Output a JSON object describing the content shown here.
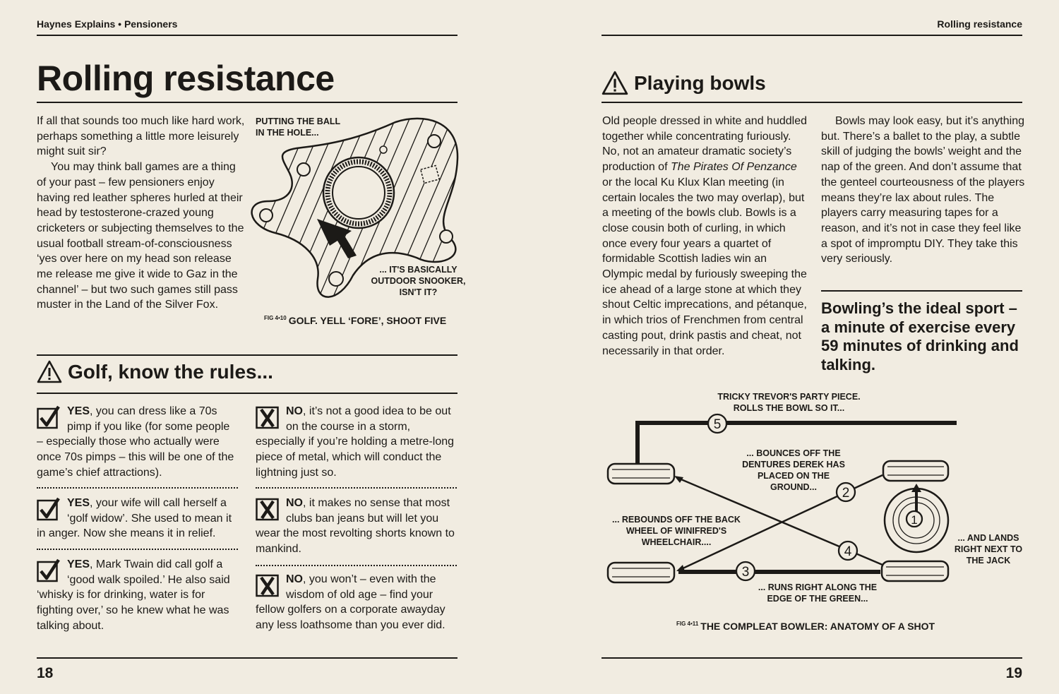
{
  "header": {
    "left": "Haynes Explains • Pensioners",
    "right": "Rolling resistance"
  },
  "left_page": {
    "title": "Rolling resistance",
    "intro": [
      "If all that sounds too much like hard work, perhaps something a little more leisurely might suit sir?",
      "You may think ball games are a thing of your past – few pensioners enjoy having red leather spheres hurled at their head by testosterone-crazed young cricketers or subjecting themselves to the usual football stream-of-consciousness ‘yes over here on my head son release me release me give it wide to Gaz in the channel’ – but two such games still pass muster in the Land of the Silver Fox."
    ],
    "figure1": {
      "callout_top": "PUTTING THE BALL IN THE HOLE...",
      "callout_bottom": "... IT'S BASICALLY OUTDOOR SNOOKER, ISN'T IT?",
      "fig_num": "FIG 4•10",
      "caption": "GOLF. YELL ‘FORE’, SHOOT FIVE"
    },
    "golf_section": {
      "heading": "Golf, know the rules...",
      "yes_items": [
        {
          "lead": "YES",
          "text": ", you can dress like a 70s pimp if you like (for some people – especially those who actually were once 70s pimps – this will be one of the game’s chief attractions)."
        },
        {
          "lead": "YES",
          "text": ", your wife will call herself a ‘golf widow’. She used to mean it in anger. Now she means it in relief."
        },
        {
          "lead": "YES",
          "text": ", Mark Twain did call golf a ‘good walk spoiled.’ He also said ‘whisky is for drinking, water is for fighting over,’ so he knew what he was talking about."
        }
      ],
      "no_items": [
        {
          "lead": "NO",
          "text": ", it’s not a good idea to be out on the course in a storm, especially if you’re holding a metre-long piece of metal, which will conduct the lightning just so."
        },
        {
          "lead": "NO",
          "text": ", it makes no sense that most clubs ban jeans but will let you wear the most revolting shorts known to mankind."
        },
        {
          "lead": "NO",
          "text": ", you won’t – even with the wisdom of old age – find your fellow golfers on a corporate awayday any less loathsome than you ever did."
        }
      ]
    },
    "page_number": "18"
  },
  "right_page": {
    "heading": "Playing bowls",
    "col1": {
      "before_italic": "Old people dressed in white and huddled together while concentrating furiously. No, not an amateur dramatic society’s production of ",
      "italic": "The Pirates Of Penzance",
      "after_italic": " or the local Ku Klux Klan meeting (in certain locales the two may overlap), but a meeting of the bowls club. Bowls is a close cousin both of curling, in which once every four years a quartet of formidable Scottish ladies win an Olympic medal by furiously sweeping the ice ahead of a large stone at which they shout Celtic imprecations, and pétanque, in which trios of Frenchmen from central casting pout, drink pastis and cheat, not necessarily in that order."
    },
    "col2": "Bowls may look easy, but it’s anything but. There’s a ballet to the play, a subtle skill of judging the bowls’ weight and the nap of the green. And don’t assume that the genteel courteousness of the players means they’re lax about rules. The players carry measuring tapes for a reason, and it’s not in case they feel like a spot of impromptu DIY. They take this very seriously.",
    "pull_quote": "Bowling’s the ideal sport – a minute of exercise every 59 minutes of drinking and talking.",
    "figure2": {
      "label_top": "TRICKY TREVOR'S PARTY PIECE. ROLLS THE BOWL SO IT...",
      "label_bounce": "... BOUNCES OFF THE DENTURES DEREK HAS PLACED ON THE GROUND...",
      "label_rebound": "... REBOUNDS OFF THE BACK WHEEL OF WINIFRED'S WHEELCHAIR....",
      "label_runs": "... RUNS RIGHT ALONG THE EDGE OF THE GREEN...",
      "label_lands": "... AND LANDS RIGHT NEXT TO THE JACK",
      "step_numbers": [
        "1",
        "2",
        "3",
        "4",
        "5"
      ],
      "fig_num": "FIG 4•11",
      "caption": "THE COMPLEAT BOWLER: ANATOMY OF A SHOT"
    },
    "page_number": "19"
  }
}
